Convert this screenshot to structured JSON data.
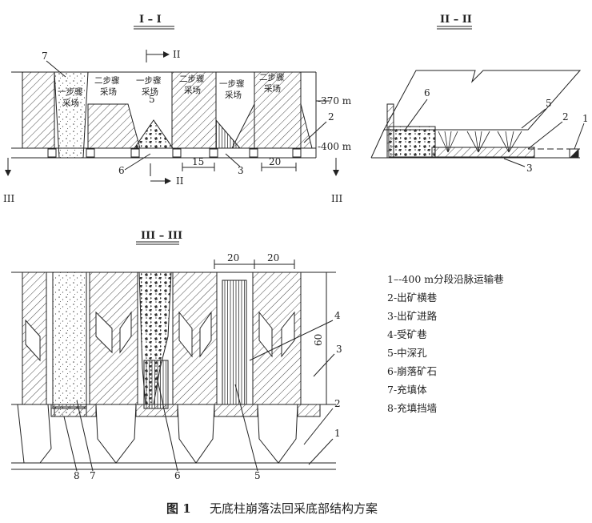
{
  "sections": {
    "s1": "I – I",
    "s2": "II – II",
    "s3": "III – III"
  },
  "section_markers": {
    "II": "II",
    "III": "III"
  },
  "levels": {
    "upper": "-370 m",
    "lower": "-400 m"
  },
  "dimensions": {
    "d15": "15",
    "d20": "20",
    "d60": "60"
  },
  "stope_labels": {
    "first_step": "一步骤",
    "second_step": "二步骤",
    "stope": "采场"
  },
  "numbers": [
    "1",
    "2",
    "3",
    "4",
    "5",
    "6",
    "7",
    "8"
  ],
  "legend": [
    "1–-400 m分段沿脉运输巷",
    "2-出矿横巷",
    "3-出矿进路",
    "4-受矿巷",
    "5-中深孔",
    "6-崩落矿石",
    "7-充填体",
    "8-充填挡墙"
  ],
  "caption": {
    "figure_no": "图 1",
    "text": "无底柱崩落法回采底部结构方案"
  }
}
